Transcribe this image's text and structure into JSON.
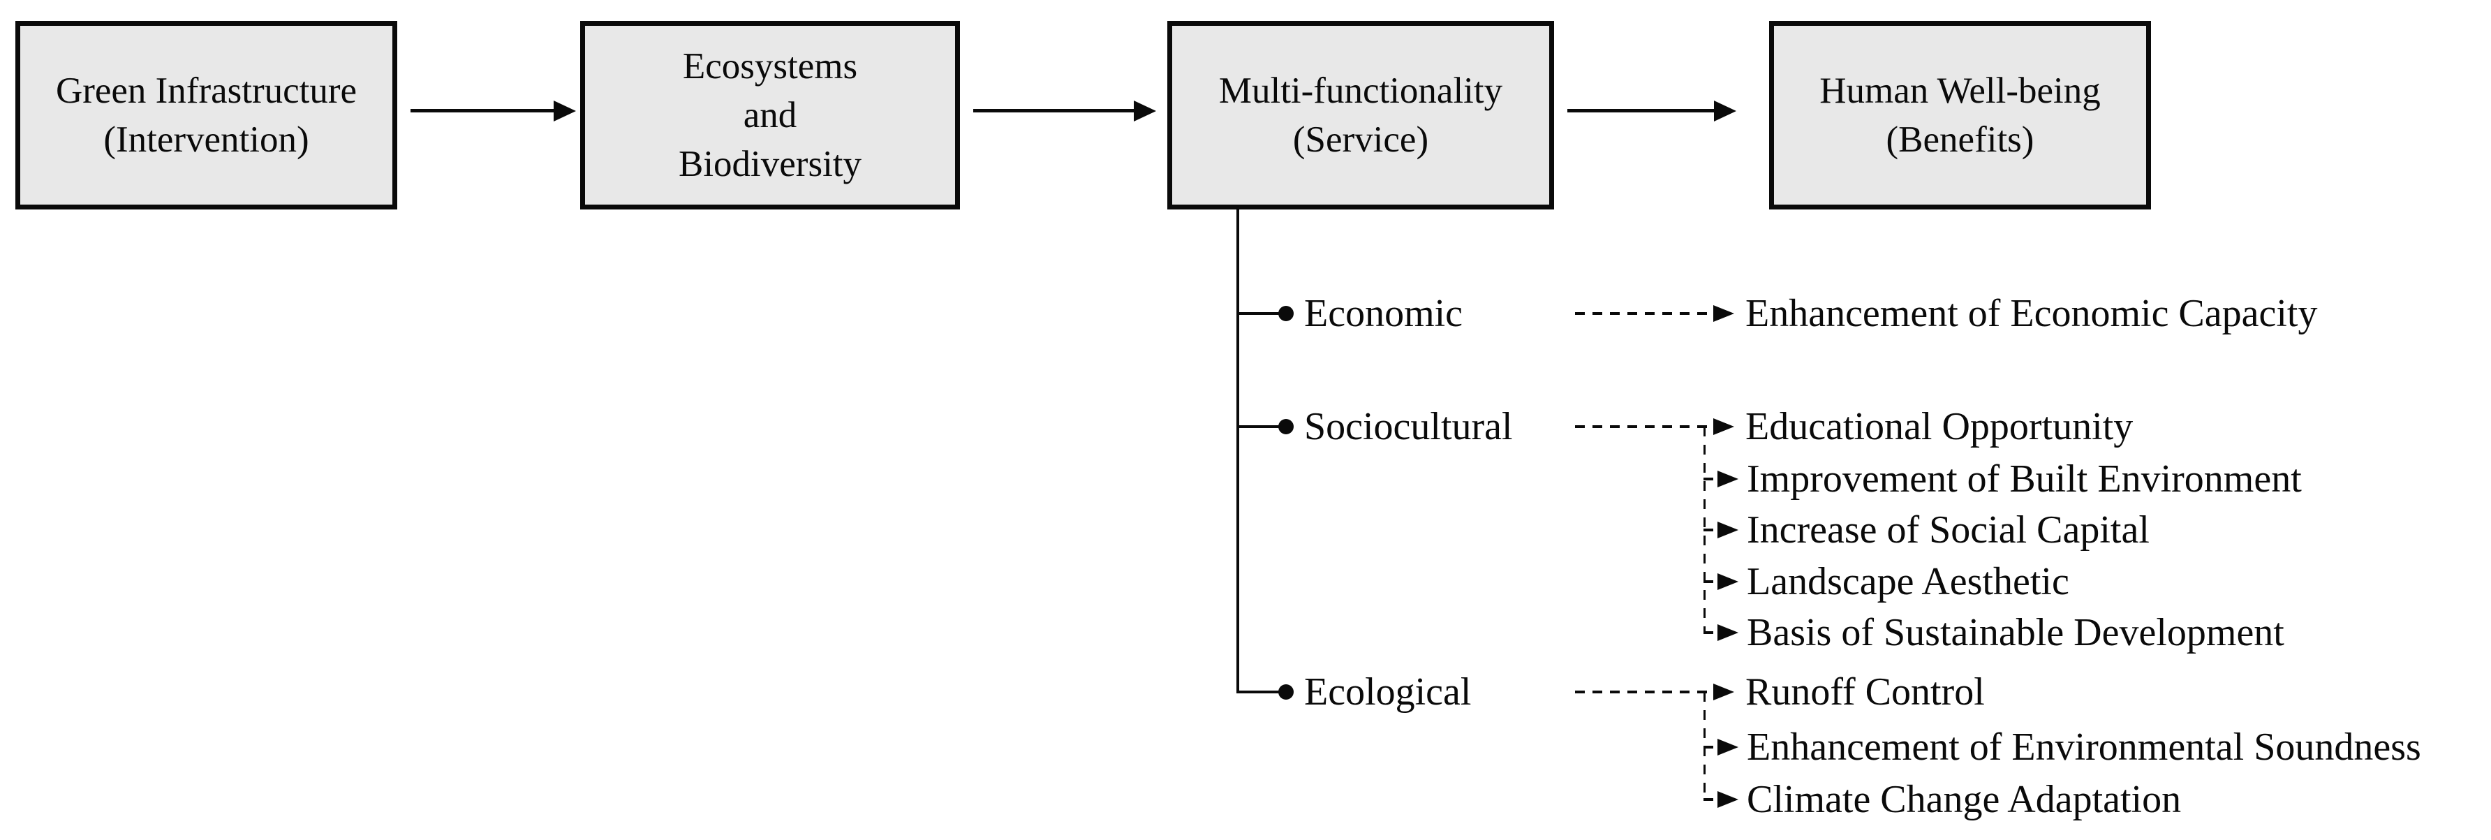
{
  "diagram": {
    "flow_boxes": [
      {
        "label": "Green Infrastructure\n(Intervention)"
      },
      {
        "label": "Ecosystems\nand\nBiodiversity"
      },
      {
        "label": "Multi-functionality\n(Service)"
      },
      {
        "label": "Human Well-being\n(Benefits)"
      }
    ],
    "categories": [
      {
        "label": "Economic",
        "benefits": [
          "Enhancement of Economic Capacity"
        ]
      },
      {
        "label": "Sociocultural",
        "benefits": [
          "Educational Opportunity",
          "Improvement of Built Environment",
          "Increase of Social Capital",
          "Landscape Aesthetic",
          "Basis of Sustainable Development"
        ]
      },
      {
        "label": "Ecological",
        "benefits": [
          "Runoff Control",
          "Enhancement of Environmental Soundness",
          "Climate Change Adaptation"
        ]
      }
    ],
    "colors": {
      "background": "#ffffff",
      "box_fill": "#e8e8e8",
      "box_border": "#0a0a0a",
      "line": "#0a0a0a",
      "text": "#0a0a0a"
    }
  }
}
